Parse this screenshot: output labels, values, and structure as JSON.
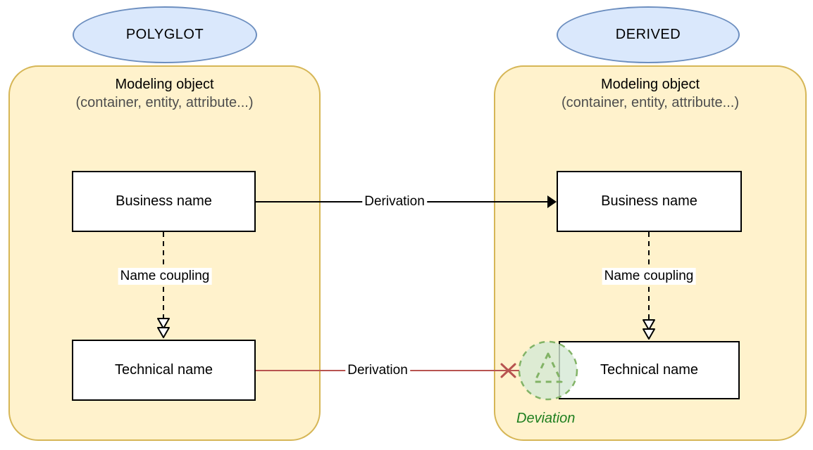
{
  "diagram": {
    "left_model": {
      "tag": "POLYGLOT",
      "title": "Modeling object",
      "subtitle": "(container, entity, attribute...)",
      "business_box": "Business name",
      "technical_box": "Technical name",
      "coupling_label": "Name coupling"
    },
    "right_model": {
      "tag": "DERIVED",
      "title": "Modeling object",
      "subtitle": "(container, entity, attribute...)",
      "business_box": "Business name",
      "technical_box": "Technical name",
      "coupling_label": "Name coupling",
      "deviation_label": "Deviation"
    },
    "connectors": {
      "business_derivation": "Derivation",
      "technical_derivation": "Derivation"
    },
    "colors": {
      "container_fill": "#fff2cc",
      "container_border": "#d6b656",
      "ellipse_fill": "#dae8fc",
      "ellipse_border": "#6c8ebf",
      "node_box_border": "#000000",
      "derivation_arrow": "#000000",
      "blocked_derivation_arrow": "#b85450",
      "deviation_circle_fill": "#d5e8d4",
      "deviation_circle_border": "#82b366",
      "deviation_text": "#1f7f1f",
      "subtitle_text": "#4d4d4d"
    }
  }
}
